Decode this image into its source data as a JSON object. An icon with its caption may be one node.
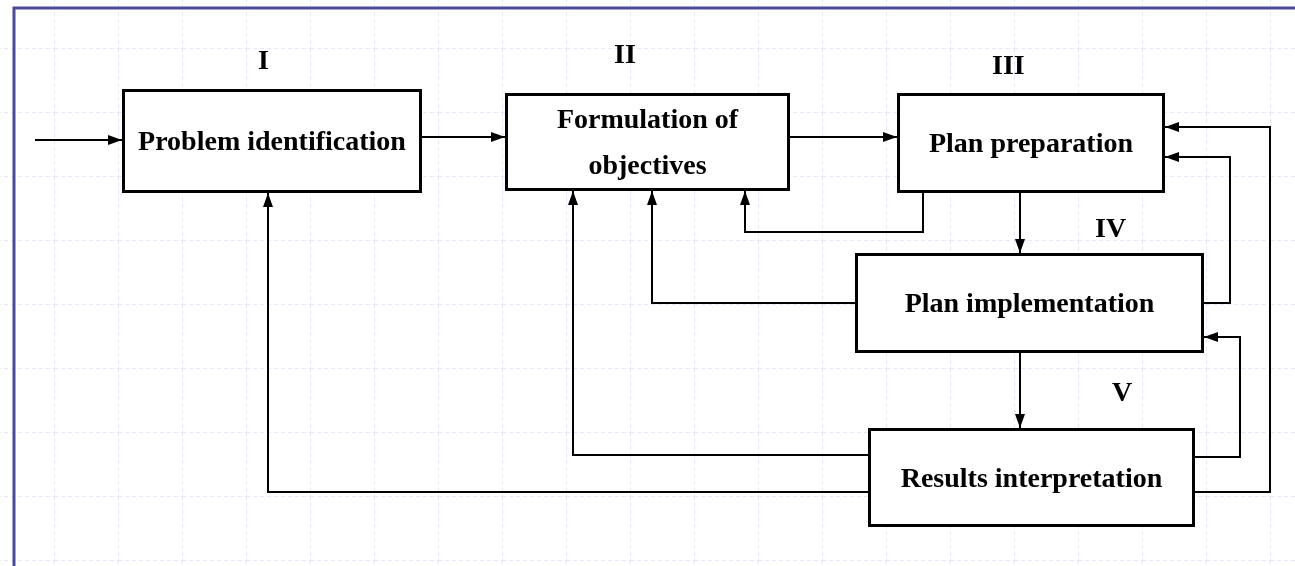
{
  "diagram": {
    "nodes": [
      {
        "text": [
          "Problem identification"
        ],
        "beside": [
          "I"
        ]
      },
      {
        "text": [
          "Formulation of objectives"
        ],
        "beside": [
          "II"
        ]
      },
      {
        "text": [
          "Plan preparation"
        ],
        "beside": [
          "III"
        ]
      },
      {
        "text": [
          "Plan implementation"
        ],
        "beside": [
          "IV"
        ]
      },
      {
        "text": [
          "Results interpretation"
        ],
        "beside": [
          "V"
        ]
      }
    ],
    "edges": [
      {
        "from": null,
        "to": 0,
        "arrow": "to"
      },
      {
        "from": 0,
        "to": 1,
        "arrow": "to"
      },
      {
        "from": 1,
        "to": 2,
        "arrow": "to"
      },
      {
        "from": 2,
        "to": 1,
        "arrow": "to"
      },
      {
        "from": 2,
        "to": 3,
        "arrow": "to"
      },
      {
        "from": 3,
        "to": 1,
        "arrow": "to"
      },
      {
        "from": 3,
        "to": 2,
        "arrow": "to"
      },
      {
        "from": 3,
        "to": 4,
        "arrow": "to"
      },
      {
        "from": 4,
        "to": 1,
        "arrow": "to"
      },
      {
        "from": 4,
        "to": 0,
        "arrow": "to"
      },
      {
        "from": 4,
        "to": 3,
        "arrow": "to"
      },
      {
        "from": 4,
        "to": 2,
        "arrow": "to"
      }
    ]
  }
}
